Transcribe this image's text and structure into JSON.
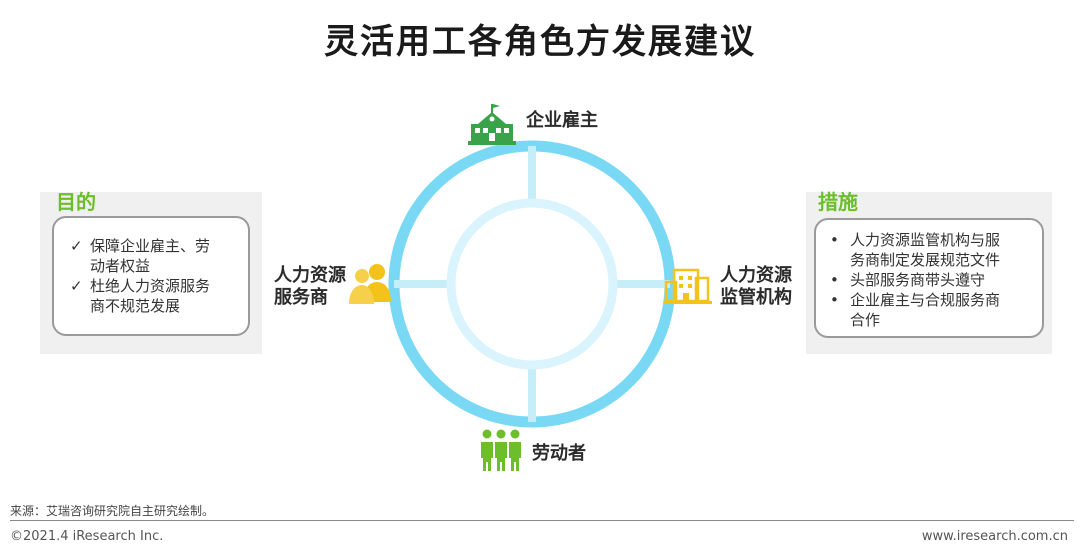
{
  "title": "灵活用工各角色方发展建议",
  "goals": {
    "title": "目的",
    "items": [
      "保障企业雇主、劳动者权益",
      "杜绝人力资源服务商不规范发展"
    ],
    "item_lines": [
      [
        "保障企业雇主、劳",
        "动者权益"
      ],
      [
        "杜绝人力资源服务",
        "商不规范发展"
      ]
    ],
    "marker": "✓"
  },
  "measures": {
    "title": "措施",
    "items": [
      "人力资源监管机构与服务商制定发展规范文件",
      "头部服务商带头遵守",
      "企业雇主与合规服务商合作"
    ],
    "item_lines": [
      [
        "人力资源监管机构与服",
        "务商制定发展规范文件"
      ],
      [
        "头部服务商带头遵守"
      ],
      [
        "企业雇主与合规服务商",
        "合作"
      ]
    ],
    "marker": "•"
  },
  "nodes": {
    "top": {
      "label": "企业雇主",
      "icon": "school-building-icon"
    },
    "left": {
      "label": "人力资源服务商",
      "lines": [
        "人力资源",
        "服务商"
      ],
      "icon": "people-icon"
    },
    "right": {
      "label": "人力资源监管机构",
      "lines": [
        "人力资源",
        "监管机构"
      ],
      "icon": "office-building-icon"
    },
    "bottom": {
      "label": "劳动者",
      "icon": "workers-icon"
    }
  },
  "colors": {
    "ring_outer": "#79d8f4",
    "ring_inner": "#d9f4fc",
    "accent_green": "#6cbf2a",
    "icon_green": "#3aa34a",
    "icon_yellow": "#f3c31b"
  },
  "footer": {
    "source": "来源：艾瑞咨询研究院自主研究绘制。",
    "copyright": "©2021.4 iResearch Inc.",
    "url": "www.iresearch.com.cn"
  }
}
